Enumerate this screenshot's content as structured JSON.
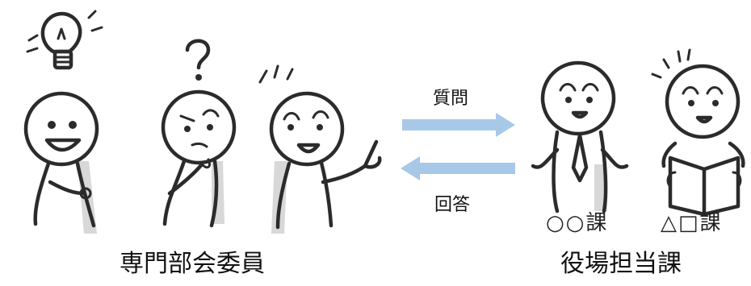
{
  "arrows": {
    "question_label": "質問",
    "answer_label": "回答",
    "color": "#a8c8e8"
  },
  "groups": {
    "left_label": "専門部会委員",
    "right_label": "役場担当課"
  },
  "departments": {
    "dept1_label": "○○課",
    "dept2_label": "△□課"
  },
  "icons": [
    "lightbulb-icon",
    "question-mark-icon"
  ]
}
